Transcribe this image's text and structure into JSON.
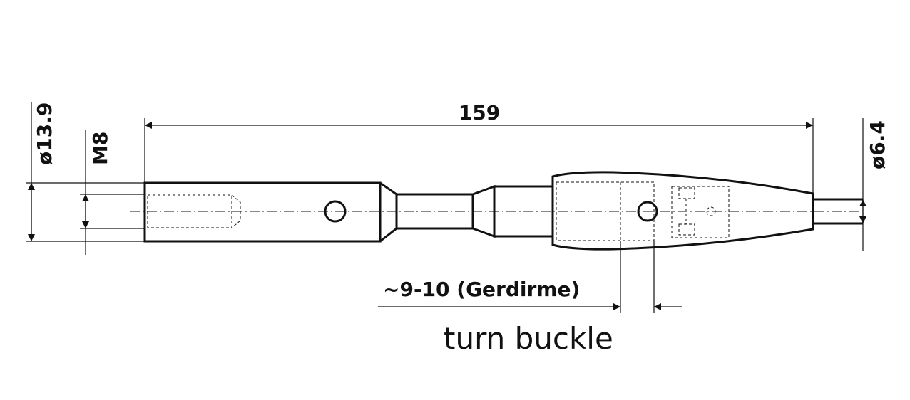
{
  "dimensions": {
    "overall_length": "159",
    "diameter_left": "ø13.9",
    "thread": "M8",
    "diameter_right": "ø6.4",
    "adjustment": "~9-10 (Gerdirme)"
  },
  "caption": "turn buckle"
}
